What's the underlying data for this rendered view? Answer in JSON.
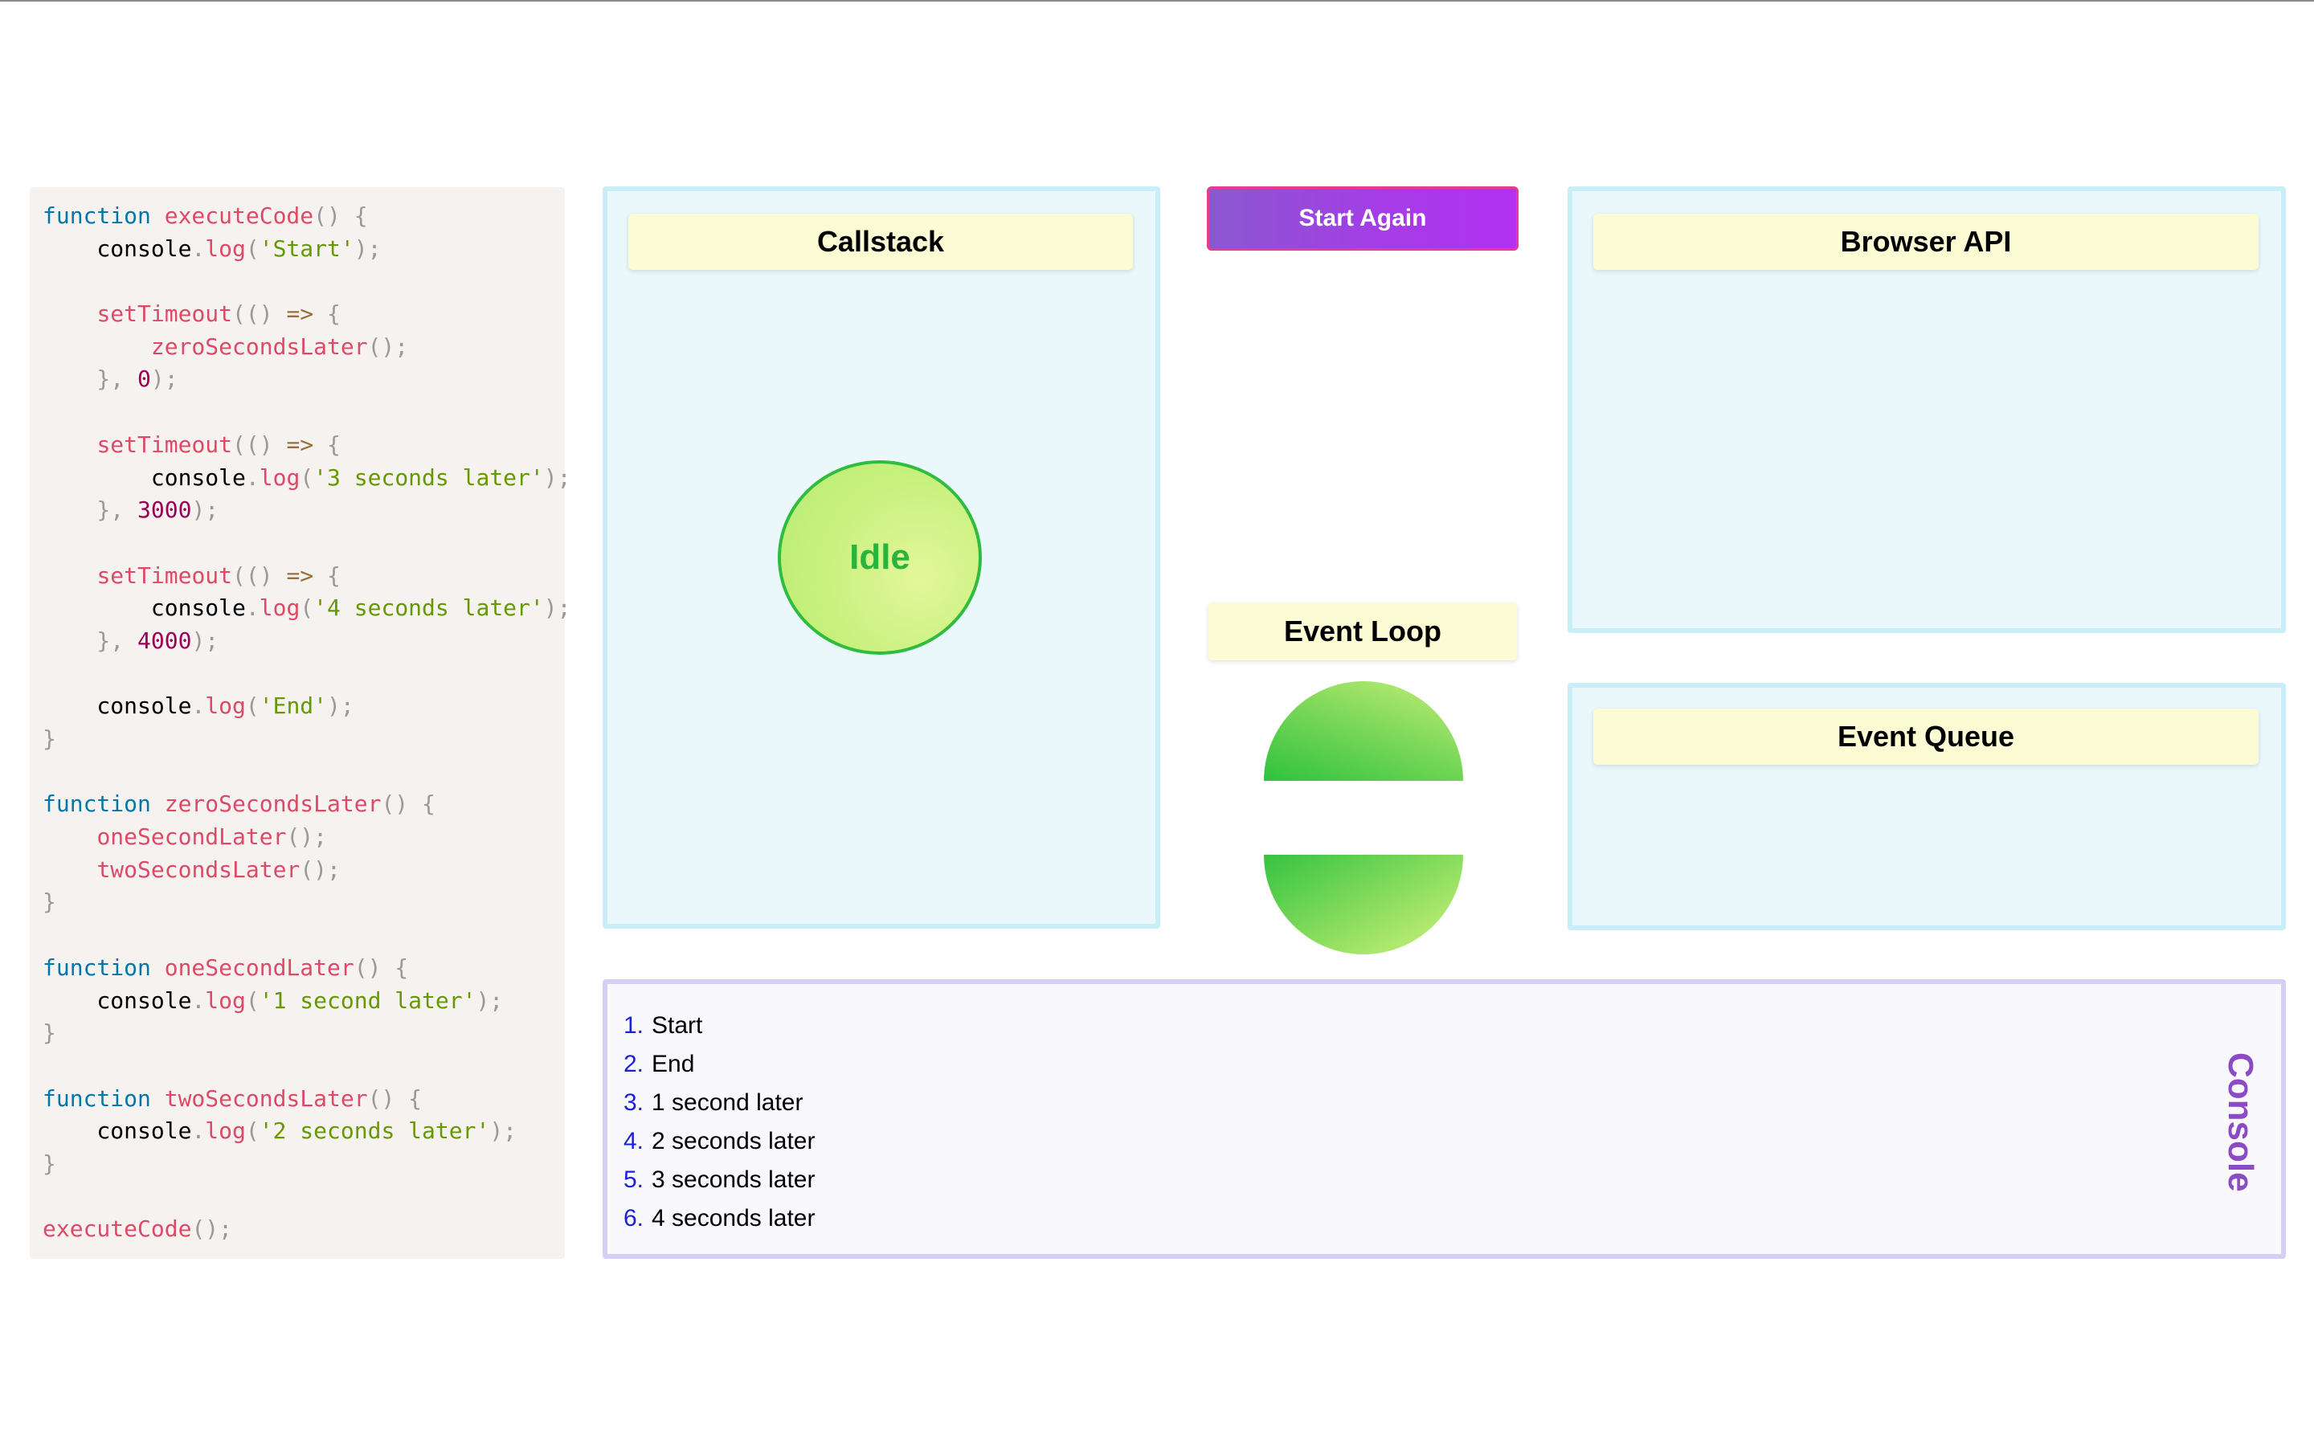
{
  "code": {
    "lines": [
      [
        {
          "t": "function",
          "c": "kw"
        },
        {
          "t": " ",
          "c": ""
        },
        {
          "t": "executeCode",
          "c": "fn"
        },
        {
          "t": "() {",
          "c": "punc"
        }
      ],
      [
        {
          "t": "    console",
          "c": ""
        },
        {
          "t": ".",
          "c": "punc"
        },
        {
          "t": "log",
          "c": "fn"
        },
        {
          "t": "(",
          "c": "punc"
        },
        {
          "t": "'Start'",
          "c": "str"
        },
        {
          "t": ");",
          "c": "punc"
        }
      ],
      [],
      [
        {
          "t": "    ",
          "c": ""
        },
        {
          "t": "setTimeout",
          "c": "fn"
        },
        {
          "t": "(() ",
          "c": "punc"
        },
        {
          "t": "=>",
          "c": "op"
        },
        {
          "t": " {",
          "c": "punc"
        }
      ],
      [
        {
          "t": "        ",
          "c": ""
        },
        {
          "t": "zeroSecondsLater",
          "c": "fn"
        },
        {
          "t": "();",
          "c": "punc"
        }
      ],
      [
        {
          "t": "    }, ",
          "c": "punc"
        },
        {
          "t": "0",
          "c": "num"
        },
        {
          "t": ");",
          "c": "punc"
        }
      ],
      [],
      [
        {
          "t": "    ",
          "c": ""
        },
        {
          "t": "setTimeout",
          "c": "fn"
        },
        {
          "t": "(() ",
          "c": "punc"
        },
        {
          "t": "=>",
          "c": "op"
        },
        {
          "t": " {",
          "c": "punc"
        }
      ],
      [
        {
          "t": "        console",
          "c": ""
        },
        {
          "t": ".",
          "c": "punc"
        },
        {
          "t": "log",
          "c": "fn"
        },
        {
          "t": "(",
          "c": "punc"
        },
        {
          "t": "'3 seconds later'",
          "c": "str"
        },
        {
          "t": ");",
          "c": "punc"
        }
      ],
      [
        {
          "t": "    }, ",
          "c": "punc"
        },
        {
          "t": "3000",
          "c": "num"
        },
        {
          "t": ");",
          "c": "punc"
        }
      ],
      [],
      [
        {
          "t": "    ",
          "c": ""
        },
        {
          "t": "setTimeout",
          "c": "fn"
        },
        {
          "t": "(() ",
          "c": "punc"
        },
        {
          "t": "=>",
          "c": "op"
        },
        {
          "t": " {",
          "c": "punc"
        }
      ],
      [
        {
          "t": "        console",
          "c": ""
        },
        {
          "t": ".",
          "c": "punc"
        },
        {
          "t": "log",
          "c": "fn"
        },
        {
          "t": "(",
          "c": "punc"
        },
        {
          "t": "'4 seconds later'",
          "c": "str"
        },
        {
          "t": ");",
          "c": "punc"
        }
      ],
      [
        {
          "t": "    }, ",
          "c": "punc"
        },
        {
          "t": "4000",
          "c": "num"
        },
        {
          "t": ");",
          "c": "punc"
        }
      ],
      [],
      [
        {
          "t": "    console",
          "c": ""
        },
        {
          "t": ".",
          "c": "punc"
        },
        {
          "t": "log",
          "c": "fn"
        },
        {
          "t": "(",
          "c": "punc"
        },
        {
          "t": "'End'",
          "c": "str"
        },
        {
          "t": ");",
          "c": "punc"
        }
      ],
      [
        {
          "t": "}",
          "c": "punc"
        }
      ],
      [],
      [
        {
          "t": "function",
          "c": "kw"
        },
        {
          "t": " ",
          "c": ""
        },
        {
          "t": "zeroSecondsLater",
          "c": "fn"
        },
        {
          "t": "() {",
          "c": "punc"
        }
      ],
      [
        {
          "t": "    ",
          "c": ""
        },
        {
          "t": "oneSecondLater",
          "c": "fn"
        },
        {
          "t": "();",
          "c": "punc"
        }
      ],
      [
        {
          "t": "    ",
          "c": ""
        },
        {
          "t": "twoSecondsLater",
          "c": "fn"
        },
        {
          "t": "();",
          "c": "punc"
        }
      ],
      [
        {
          "t": "}",
          "c": "punc"
        }
      ],
      [],
      [
        {
          "t": "function",
          "c": "kw"
        },
        {
          "t": " ",
          "c": ""
        },
        {
          "t": "oneSecondLater",
          "c": "fn"
        },
        {
          "t": "() {",
          "c": "punc"
        }
      ],
      [
        {
          "t": "    console",
          "c": ""
        },
        {
          "t": ".",
          "c": "punc"
        },
        {
          "t": "log",
          "c": "fn"
        },
        {
          "t": "(",
          "c": "punc"
        },
        {
          "t": "'1 second later'",
          "c": "str"
        },
        {
          "t": ");",
          "c": "punc"
        }
      ],
      [
        {
          "t": "}",
          "c": "punc"
        }
      ],
      [],
      [
        {
          "t": "function",
          "c": "kw"
        },
        {
          "t": " ",
          "c": ""
        },
        {
          "t": "twoSecondsLater",
          "c": "fn"
        },
        {
          "t": "() {",
          "c": "punc"
        }
      ],
      [
        {
          "t": "    console",
          "c": ""
        },
        {
          "t": ".",
          "c": "punc"
        },
        {
          "t": "log",
          "c": "fn"
        },
        {
          "t": "(",
          "c": "punc"
        },
        {
          "t": "'2 seconds later'",
          "c": "str"
        },
        {
          "t": ");",
          "c": "punc"
        }
      ],
      [
        {
          "t": "}",
          "c": "punc"
        }
      ],
      [],
      [
        {
          "t": "executeCode",
          "c": "fn"
        },
        {
          "t": "();",
          "c": "punc"
        }
      ]
    ]
  },
  "callstack": {
    "title": "Callstack",
    "state": "Idle"
  },
  "controls": {
    "start_again_label": "Start Again"
  },
  "event_loop": {
    "title": "Event Loop"
  },
  "browser_api": {
    "title": "Browser API"
  },
  "event_queue": {
    "title": "Event Queue"
  },
  "console": {
    "title": "Console",
    "entries": [
      {
        "num": "1.",
        "text": "Start"
      },
      {
        "num": "2.",
        "text": "End"
      },
      {
        "num": "3.",
        "text": "1 second later"
      },
      {
        "num": "4.",
        "text": "2 seconds later"
      },
      {
        "num": "5.",
        "text": "3 seconds later"
      },
      {
        "num": "6.",
        "text": "4 seconds later"
      }
    ]
  },
  "colors": {
    "panel_bg": "#eaf8fc",
    "panel_border": "#c9eef8",
    "header_bg": "#fcfcd4",
    "accent_purple": "#a63be8",
    "idle_green": "#2bb43c",
    "console_title": "#8a4bc4"
  }
}
